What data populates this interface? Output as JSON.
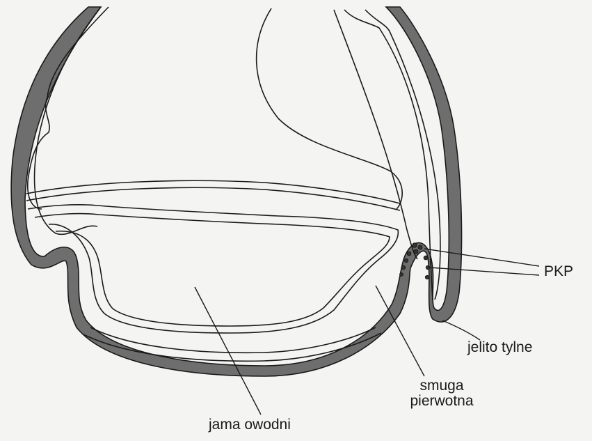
{
  "labels": {
    "pkp": "PKP",
    "jelito_tylne": "jelito tylne",
    "smuga_line1": "smuga",
    "smuga_line2": "pierwotna",
    "jama_owodni": "jama owodni"
  },
  "colors": {
    "background": "#f4f4f2",
    "outline": "#1a1a1a",
    "outer_layer_fill": "#6e6e6e"
  }
}
